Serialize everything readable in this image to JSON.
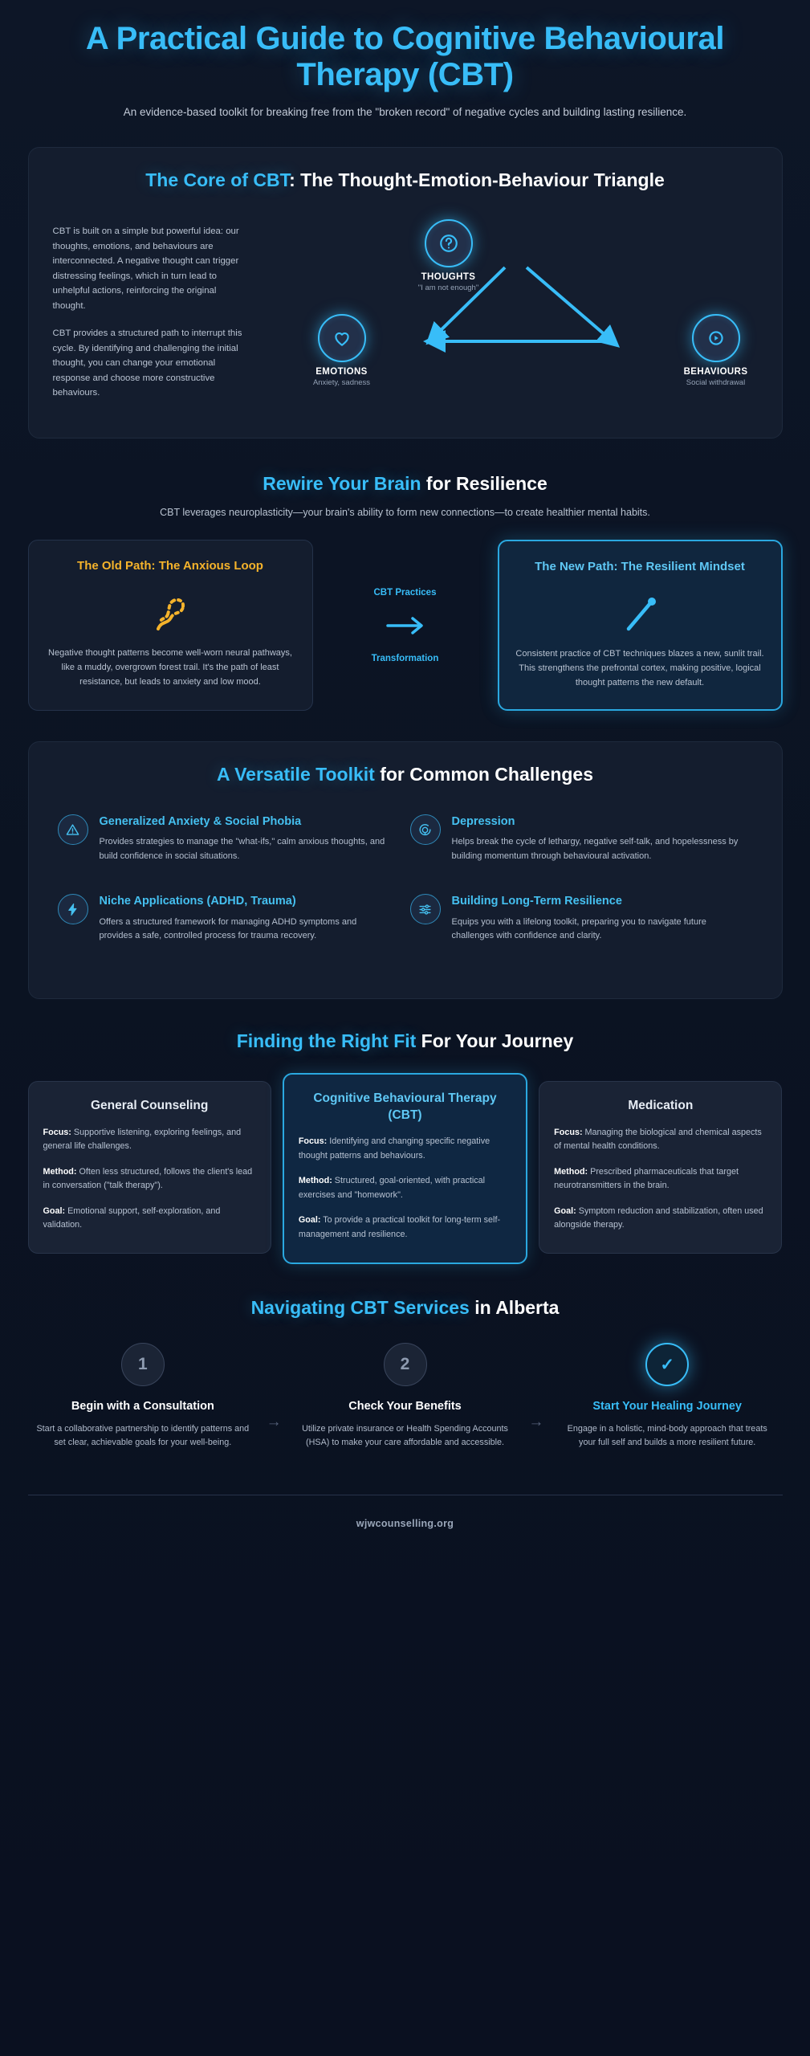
{
  "hero": {
    "title": "A Practical Guide to Cognitive Behavioural Therapy (CBT)",
    "subtitle": "An evidence-based toolkit for breaking free from the \"broken record\" of negative cycles and building lasting resilience."
  },
  "core": {
    "heading_accent": "The Core of CBT",
    "heading_rest": ": The Thought-Emotion-Behaviour Triangle",
    "para1": "CBT is built on a simple but powerful idea: our thoughts, emotions, and behaviours are interconnected. A negative thought can trigger distressing feelings, which in turn lead to unhelpful actions, reinforcing the original thought.",
    "para2": "CBT provides a structured path to interrupt this cycle. By identifying and challenging the initial thought, you can change your emotional response and choose more constructive behaviours.",
    "nodes": [
      {
        "label": "THOUGHTS",
        "sub": "\"I am not enough\"",
        "icon": "question-circle-icon"
      },
      {
        "label": "EMOTIONS",
        "sub": "Anxiety, sadness",
        "icon": "heart-icon"
      },
      {
        "label": "BEHAVIOURS",
        "sub": "Social withdrawal",
        "icon": "play-circle-icon"
      }
    ]
  },
  "rewire": {
    "heading_accent": "Rewire Your Brain",
    "heading_rest": " for Resilience",
    "subtitle": "CBT leverages neuroplasticity—your brain's ability to form new connections—to create healthier mental habits.",
    "old": {
      "title": "The Old Path: The Anxious Loop",
      "body": "Negative thought patterns become well-worn neural pathways, like a muddy, overgrown forest trail. It's the path of least resistance, but leads to anxiety and low mood.",
      "icon": "tangled-path-icon"
    },
    "middle": {
      "top_label": "CBT Practices",
      "bottom_label": "Transformation",
      "icon": "arrow-right-icon"
    },
    "new": {
      "title": "The New Path: The Resilient Mindset",
      "body": "Consistent practice of CBT techniques blazes a new, sunlit trail. This strengthens the prefrontal cortex, making positive, logical thought patterns the new default.",
      "icon": "straight-path-icon"
    }
  },
  "toolkit": {
    "heading_accent": "A Versatile Toolkit",
    "heading_rest": " for Common Challenges",
    "items": [
      {
        "title": "Generalized Anxiety & Social Phobia",
        "body": "Provides strategies to manage the \"what-ifs,\" calm anxious thoughts, and build confidence in social situations.",
        "icon": "alert-triangle-icon"
      },
      {
        "title": "Depression",
        "body": "Helps break the cycle of lethargy, negative self-talk, and hopelessness by building momentum through behavioural activation.",
        "icon": "message-circle-icon"
      },
      {
        "title": "Niche Applications (ADHD, Trauma)",
        "body": "Offers a structured framework for managing ADHD symptoms and provides a safe, controlled process for trauma recovery.",
        "icon": "lightning-bolt-icon"
      },
      {
        "title": "Building Long-Term Resilience",
        "body": "Equips you with a lifelong toolkit, preparing you to navigate future challenges with confidence and clarity.",
        "icon": "sliders-icon"
      }
    ]
  },
  "fit": {
    "heading_accent": "Finding the Right Fit",
    "heading_rest": " For Your Journey",
    "cards": [
      {
        "title": "General Counseling",
        "focus_label": "Focus:",
        "focus": " Supportive listening, exploring feelings, and general life challenges.",
        "method_label": "Method:",
        "method": " Often less structured, follows the client's lead in conversation (\"talk therapy\").",
        "goal_label": "Goal:",
        "goal": " Emotional support, self-exploration, and validation."
      },
      {
        "title": "Cognitive Behavioural Therapy (CBT)",
        "focus_label": "Focus:",
        "focus": " Identifying and changing specific negative thought patterns and behaviours.",
        "method_label": "Method:",
        "method": " Structured, goal-oriented, with practical exercises and \"homework\".",
        "goal_label": "Goal:",
        "goal": " To provide a practical toolkit for long-term self-management and resilience."
      },
      {
        "title": "Medication",
        "focus_label": "Focus:",
        "focus": " Managing the biological and chemical aspects of mental health conditions.",
        "method_label": "Method:",
        "method": " Prescribed pharmaceuticals that target neurotransmitters in the brain.",
        "goal_label": "Goal:",
        "goal": " Symptom reduction and stabilization, often used alongside therapy."
      }
    ]
  },
  "steps_section": {
    "heading_accent": "Navigating CBT Services",
    "heading_rest": " in Alberta",
    "steps": [
      {
        "badge": "1",
        "title": "Begin with a Consultation",
        "body": "Start a collaborative partnership to identify patterns and set clear, achievable goals for your well-being."
      },
      {
        "badge": "2",
        "title": "Check Your Benefits",
        "body": "Utilize private insurance or Health Spending Accounts (HSA) to make your care affordable and accessible."
      },
      {
        "badge": "✓",
        "title": "Start Your Healing Journey",
        "body": "Engage in a holistic, mind-body approach that treats your full self and builds a more resilient future."
      }
    ],
    "arrow": "→"
  },
  "footer": {
    "site": "wjwcounselling.org"
  },
  "colors": {
    "accent": "#38bdf8",
    "amber": "#f5b32b",
    "bg": "#0b1322",
    "card": "#141d2e"
  }
}
